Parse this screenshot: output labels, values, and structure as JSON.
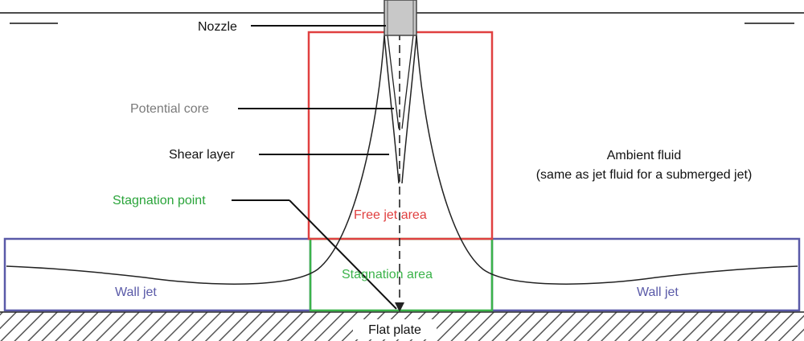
{
  "labels": {
    "nozzle": "Nozzle",
    "potential_core": "Potential core",
    "shear_layer": "Shear layer",
    "ambient_line1": "Ambient fluid",
    "ambient_line2": "(same as jet fluid for a submerged jet)",
    "stagnation_point": "Stagnation point",
    "free_jet_area": "Free jet area",
    "stagnation_area": "Stagnation area",
    "wall_jet_left": "Wall jet",
    "wall_jet_right": "Wall jet",
    "flat_plate": "Flat plate"
  },
  "colors": {
    "free_jet_region": "#e04040",
    "stagnation_region": "#3bb34a",
    "wall_jet_region": "#5a5aa8",
    "potential_core_text": "#7a7a7a",
    "stagnation_point_text": "#2aa43a",
    "outline": "#222222",
    "plate_hatch": "#555555",
    "nozzle_fill": "#c8c8c8"
  }
}
